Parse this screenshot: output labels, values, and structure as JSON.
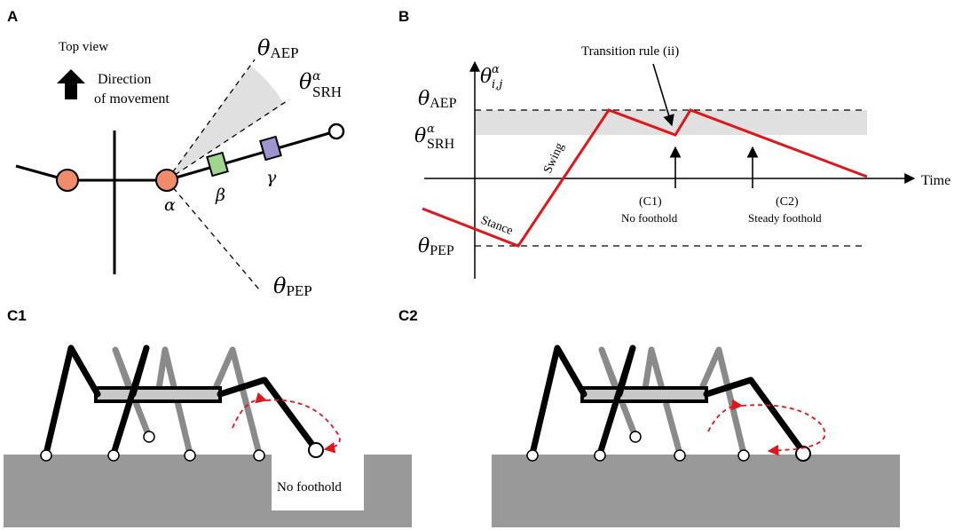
{
  "panel_labels": {
    "a": "A",
    "b": "B",
    "c1": "C1",
    "c2": "C2"
  },
  "panel_a": {
    "top_view": "Top view",
    "direction_line1": "Direction",
    "direction_line2": "of movement",
    "theta": "θ",
    "sub_aep": "AEP",
    "sub_srh": "SRH",
    "sup_alpha": "α",
    "sub_pep": "PEP",
    "alpha": "α",
    "beta": "β",
    "gamma": "γ",
    "colors": {
      "body_joint": "#f08c6c",
      "beta_joint": "#9fd88c",
      "gamma_joint": "#9e95d0",
      "wedge": "#e0e0e0"
    }
  },
  "panel_b": {
    "transition_rule": "Transition rule (ii)",
    "y_theta": "θ",
    "y_sup": "α",
    "y_sub": "i,j",
    "theta": "θ",
    "sub_aep": "AEP",
    "sub_srh": "SRH",
    "sup_alpha": "α",
    "sub_pep": "PEP",
    "time": "Time",
    "swing": "Swing",
    "stance": "Stance",
    "c1": "(C1)",
    "c1_note": "No foothold",
    "c2": "(C2)",
    "c2_note": "Steady foothold",
    "colors": {
      "trace": "#e0161b",
      "band": "#e0e0e0"
    }
  },
  "panel_c1": {
    "no_foothold": "No foothold"
  },
  "colors": {
    "ground": "#999999",
    "ghost_leg": "#8a8a8a",
    "arrow": "#e0161b",
    "body_fill": "#c8c8c8"
  }
}
